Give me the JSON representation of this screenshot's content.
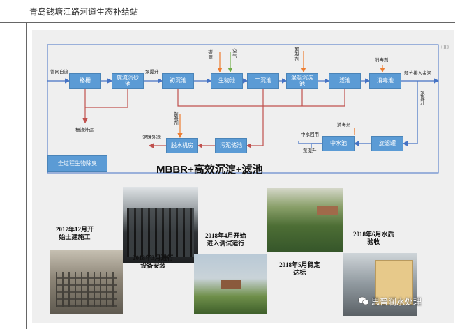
{
  "page": {
    "title": "青岛钱塘江路河道生态补给站"
  },
  "diagram": {
    "corner_mark": "00",
    "boxes": {
      "geshan": "格栅",
      "xuanliu": "旋流沉砂池",
      "chuchen": "初沉池",
      "shengwu": "生物池",
      "erchen": "二沉池",
      "hunning": "混凝沉淀池",
      "lvchi": "滤池",
      "xiaodu": "消毒池",
      "tuoshui": "脱水机房",
      "wuni": "污泥储池",
      "zhongshui": "中水池",
      "xuanlv": "旋滤罐",
      "quanguocheng": "全过程生物除臭"
    },
    "labels": {
      "inlet": "管网自流",
      "pump_lift": "泵提升",
      "carbon": "碳源",
      "air": "空气",
      "coag": "絮凝剂",
      "disinf_top": "消毒剂",
      "partial_discharge": "部分排入金河",
      "pump_lift_v": "泵提升",
      "screenings": "栅渣外运",
      "coag2": "絮凝剂",
      "cake_out": "泥饼外运",
      "disinf_mid": "消毒剂",
      "reuse": "中水回用",
      "pump_lift2": "泵提升"
    },
    "process_title": "MBBR+高效沉淀+滤池"
  },
  "milestones": {
    "m1": [
      "2017年12月开",
      "始土建施工"
    ],
    "m2": [
      "2018年3月进行",
      "设备安装"
    ],
    "m3": [
      "2018年4月开始",
      "进入调试运行"
    ],
    "m4": [
      "2018年5月稳定",
      "达标"
    ],
    "m5": [
      "2018年6月水质",
      "验收"
    ]
  },
  "watermark": "思普润水处理",
  "colors": {
    "box": "#5b9bd5",
    "flow_line": "#4472c4",
    "return_line": "#c0504d",
    "carbon_line": "#ed7d31",
    "air_line": "#70ad47",
    "frame": "#4472c4"
  }
}
